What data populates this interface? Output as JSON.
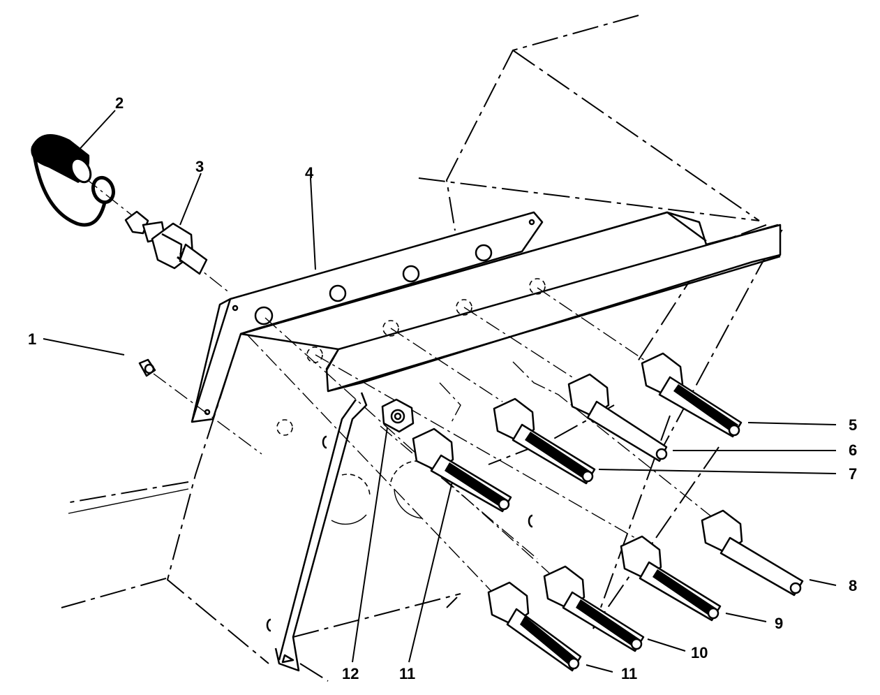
{
  "callouts": [
    {
      "id": "1",
      "text": "1"
    },
    {
      "id": "2",
      "text": "2"
    },
    {
      "id": "3",
      "text": "3"
    },
    {
      "id": "4",
      "text": "4"
    },
    {
      "id": "5",
      "text": "5"
    },
    {
      "id": "6",
      "text": "6"
    },
    {
      "id": "7",
      "text": "7"
    },
    {
      "id": "8",
      "text": "8"
    },
    {
      "id": "9",
      "text": "9"
    },
    {
      "id": "10",
      "text": "10"
    },
    {
      "id": "11a",
      "text": "11"
    },
    {
      "id": "11b",
      "text": "11"
    },
    {
      "id": "12",
      "text": "12"
    }
  ],
  "line_color": "#000000",
  "background_color": "#ffffff"
}
